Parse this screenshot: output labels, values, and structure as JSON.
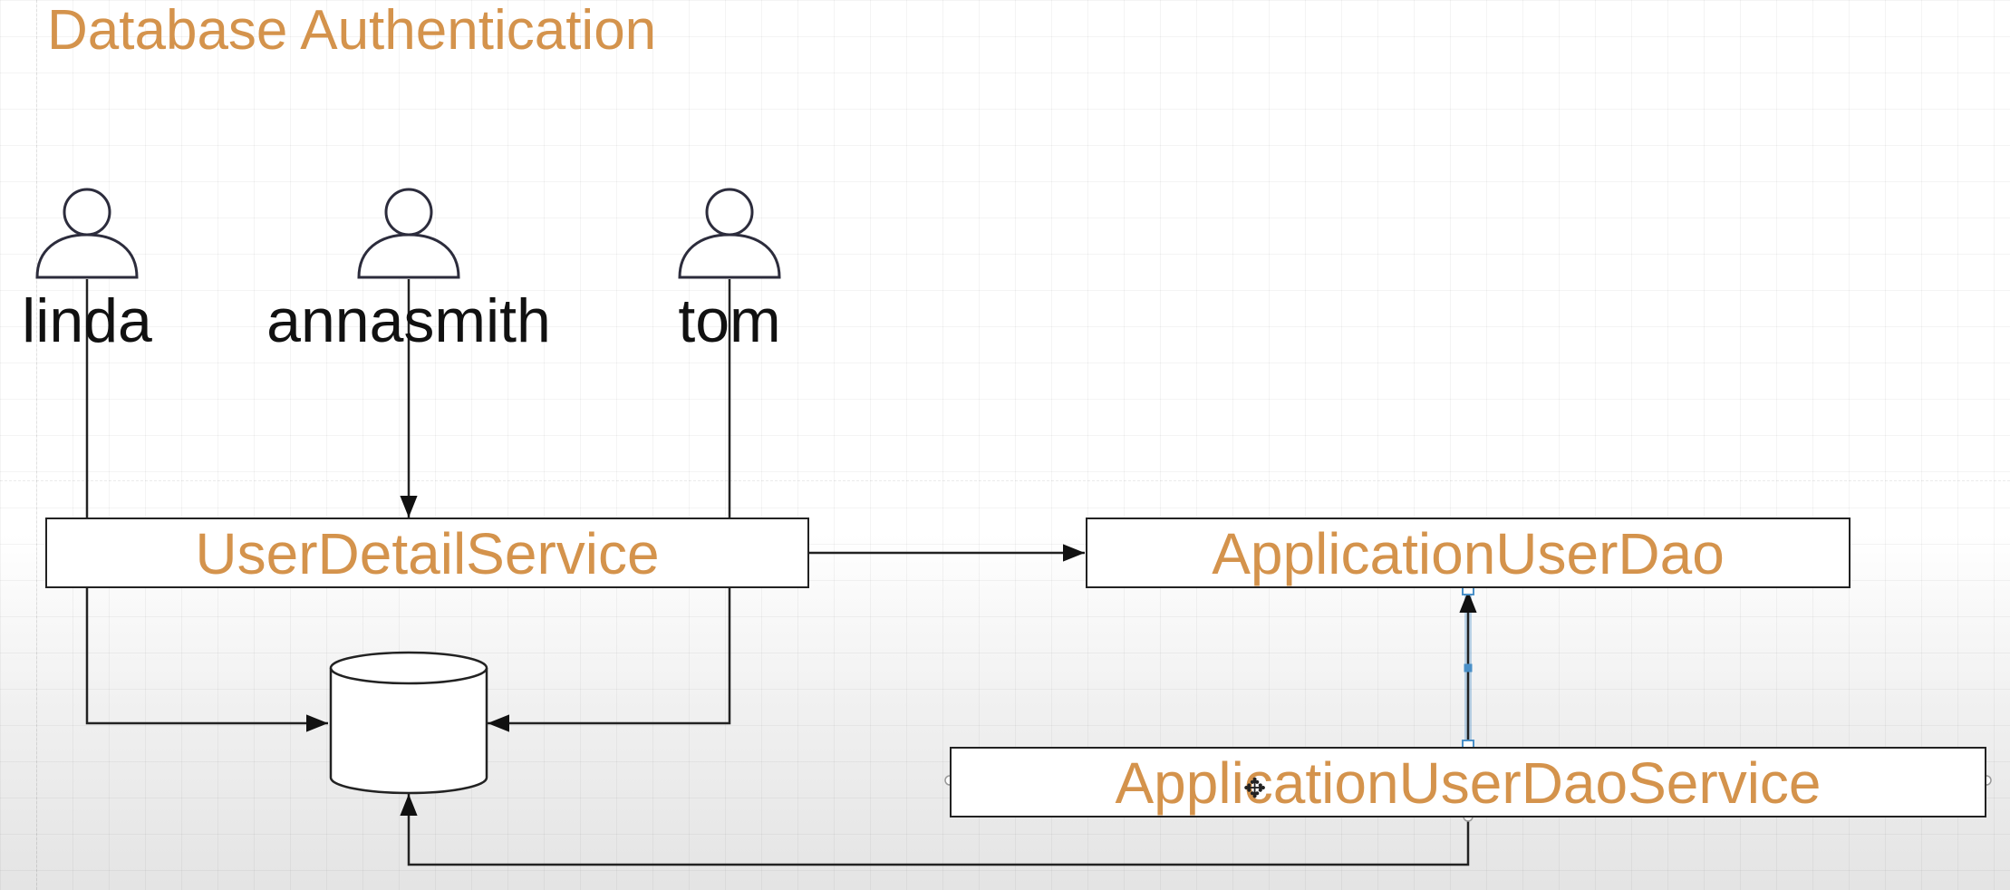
{
  "diagram": {
    "title": "Database Authentication",
    "users": [
      {
        "name": "linda",
        "icon": "user-icon"
      },
      {
        "name": "annasmith",
        "icon": "user-icon"
      },
      {
        "name": "tom",
        "icon": "user-icon"
      }
    ],
    "nodes": {
      "user_detail_service": "UserDetailService",
      "application_user_dao": "ApplicationUserDao",
      "application_user_dao_service": "ApplicationUserDaoService",
      "database": ""
    },
    "edges": [
      {
        "from": "annasmith",
        "to": "UserDetailService"
      },
      {
        "from": "linda",
        "to": "database"
      },
      {
        "from": "tom",
        "to": "database"
      },
      {
        "from": "UserDetailService",
        "to": "ApplicationUserDao"
      },
      {
        "from": "ApplicationUserDaoService",
        "to": "ApplicationUserDao"
      },
      {
        "from": "ApplicationUserDaoService",
        "to": "database"
      }
    ],
    "colors": {
      "label_text": "#d4934c",
      "stroke": "#222222",
      "selection": "#4a90c8"
    },
    "selected_edge": "ApplicationUserDaoService → ApplicationUserDao"
  }
}
